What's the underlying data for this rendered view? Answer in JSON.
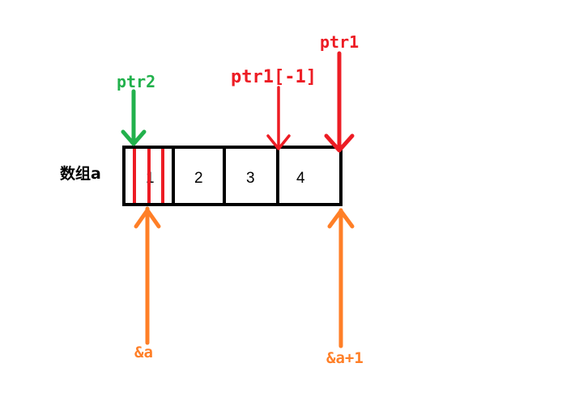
{
  "array": {
    "name": "数组a",
    "cells": [
      "1",
      "2",
      "3",
      "4"
    ]
  },
  "pointers": {
    "ptr2": "ptr2",
    "ptr1_index": "ptr1[-1]",
    "ptr1": "ptr1",
    "addr_a": "&a",
    "addr_a_plus_1": "&a+1"
  },
  "colors": {
    "ptr2": "#22b14c",
    "ptr1": "#ed1c24",
    "addr": "#ff7f27",
    "box": "#000000"
  }
}
